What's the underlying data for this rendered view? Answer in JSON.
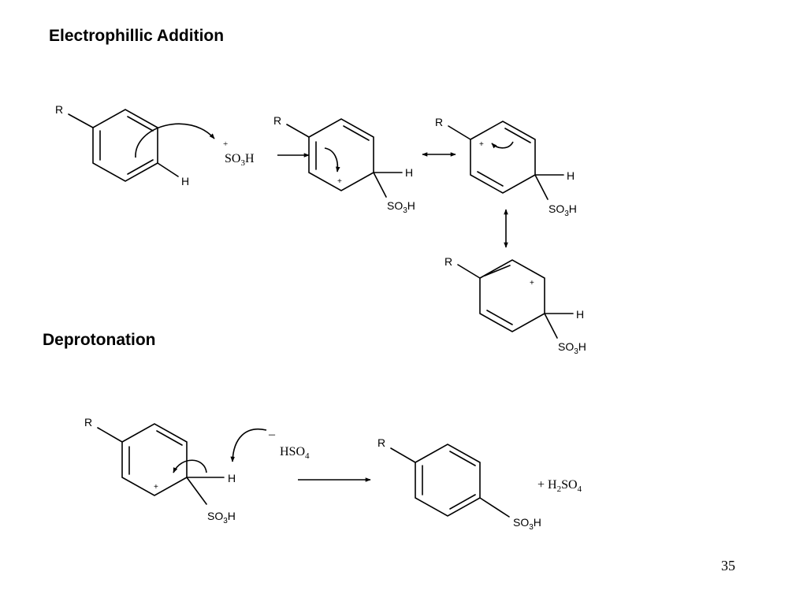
{
  "slide": {
    "heading_electrophilic": "Electrophillic Addition",
    "heading_deprotonation": "Deprotonation",
    "page_number": "35"
  },
  "labels": {
    "r": "R",
    "h": "H",
    "plus": "+",
    "minus": "–",
    "so3h_main": "SO",
    "so3h_sub": "3",
    "so3h_tail": "H",
    "hso4_main": "HSO",
    "hso4_sub": "4",
    "h2so4_prefix": "+ H",
    "h2so4_sub1": "2",
    "h2so4_mid": "SO",
    "h2so4_sub2": "4"
  }
}
